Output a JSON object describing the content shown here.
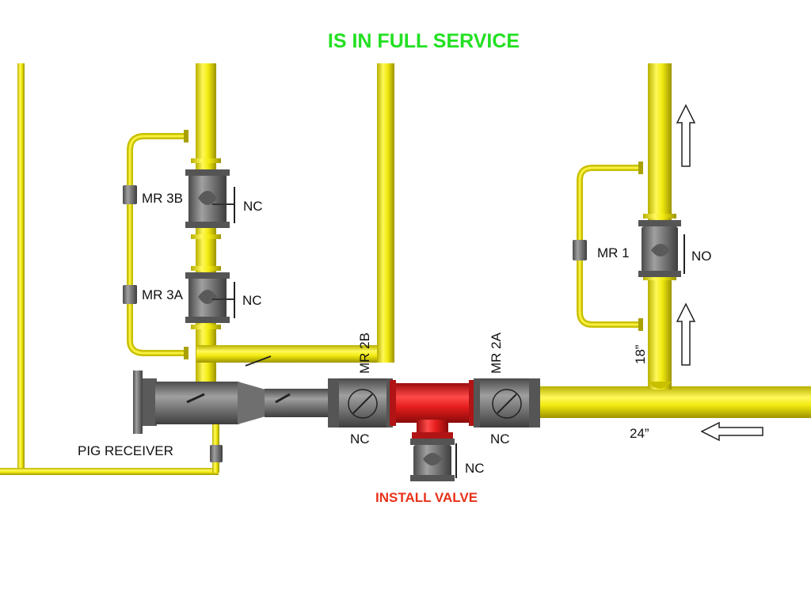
{
  "title": "IS IN FULL SERVICE",
  "labels": {
    "mr3b": "MR 3B",
    "mr3a": "MR 3A",
    "mr1": "MR 1",
    "mr2b": "MR 2B",
    "mr2a": "MR 2A",
    "nc_3b": "NC",
    "nc_3a": "NC",
    "no_mr1": "NO",
    "nc_2b": "NC",
    "nc_2a": "NC",
    "nc_install": "NC",
    "size_18": "18”",
    "size_24": "24”",
    "pig_receiver": "PIG RECEIVER",
    "install_valve": "INSTALL VALVE"
  },
  "colors": {
    "title": "#22e022",
    "pipe_yellow": "#f2ea10",
    "valve_gray": "#7a7a7a",
    "new_fitting_red": "#e51e1e",
    "install_label": "#e8321a"
  },
  "icons": [
    "flow-arrow-up-icon",
    "flow-arrow-left-icon",
    "gate-valve-icon"
  ]
}
